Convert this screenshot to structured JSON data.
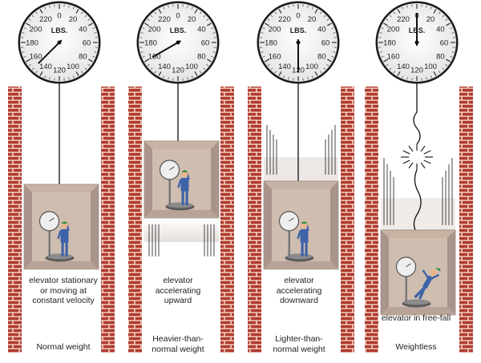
{
  "panels": [
    {
      "scale_unit": "LBS.",
      "needle_value": 150,
      "state_caption": [
        "elevator stationary",
        "or moving at",
        "constant velocity"
      ],
      "weight_label": "Normal weight"
    },
    {
      "scale_unit": "LBS.",
      "needle_value": 160,
      "state_caption": [
        "elevator",
        "accelerating",
        "upward"
      ],
      "weight_label": [
        "Heavier-than-",
        "normal weight"
      ]
    },
    {
      "scale_unit": "LBS.",
      "needle_value": 120,
      "state_caption": [
        "elevator",
        "accelerating",
        "downward"
      ],
      "weight_label": [
        "Lighter-than-",
        "normal weight"
      ]
    },
    {
      "scale_unit": "LBS.",
      "needle_value": 0,
      "state_caption": [
        "elevator in free-fall"
      ],
      "weight_label": "Weightless"
    }
  ],
  "dial_ticks": [
    "0",
    "20",
    "40",
    "60",
    "80",
    "100",
    "120",
    "140",
    "160",
    "180",
    "200",
    "220"
  ],
  "colors": {
    "brick": "#b03a2e",
    "mortar": "#f3d6c8",
    "elevator_wall": "#c7b3a4",
    "elevator_dark": "#a8948a",
    "dial_face": "#f5f5f5",
    "dial_rim": "#333333",
    "person_shirt": "#3e63a8",
    "person_skin": "#e8b48a"
  }
}
